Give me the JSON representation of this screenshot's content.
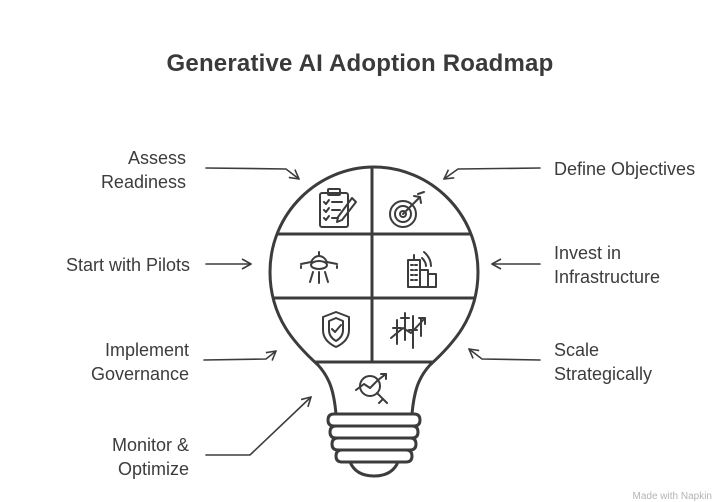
{
  "title": "Generative AI Adoption Roadmap",
  "steps": {
    "assess": [
      "Assess",
      "Readiness"
    ],
    "define": [
      "Define Objectives"
    ],
    "pilots": [
      "Start with Pilots"
    ],
    "infrastructure": [
      "Invest in",
      "Infrastructure"
    ],
    "governance": [
      "Implement",
      "Governance"
    ],
    "scale": [
      "Scale",
      "Strategically"
    ],
    "monitor": [
      "Monitor &",
      "Optimize"
    ]
  },
  "icons": {
    "assess": "clipboard-pencil-icon",
    "define": "target-arrow-icon",
    "pilots": "airplane-icon",
    "infrastructure": "buildings-signal-icon",
    "governance": "shield-check-icon",
    "scale": "growth-chart-icon",
    "monitor": "magnifier-chart-icon"
  },
  "footer": "Made with Napkin",
  "colors": {
    "stroke": "#3c3c3c",
    "background": "#ffffff"
  }
}
